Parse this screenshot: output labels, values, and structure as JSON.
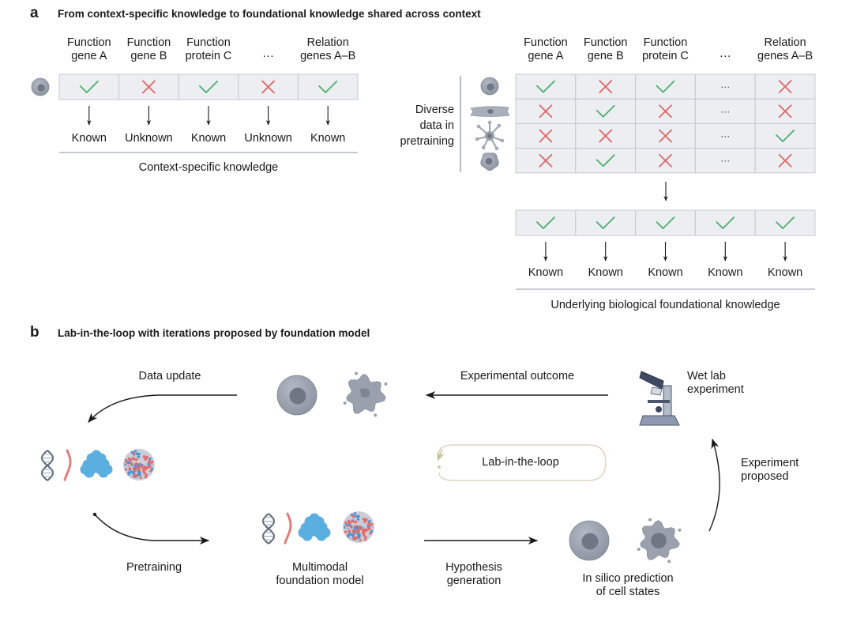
{
  "panel_a": {
    "letter": "a",
    "title": "From context-specific knowledge to foundational knowledge shared across context",
    "columns": [
      {
        "line1": "Function",
        "line2": "gene A"
      },
      {
        "line1": "Function",
        "line2": "gene B"
      },
      {
        "line1": "Function",
        "line2": "protein C"
      },
      {
        "line1": "",
        "line2": "···"
      },
      {
        "line1": "Relation",
        "line2": "genes A–B"
      }
    ],
    "context_specific": {
      "row_icon": "round-cell-icon",
      "row": [
        "check",
        "cross",
        "check",
        "cross",
        "check"
      ],
      "outcomes": [
        "Known",
        "Unknown",
        "Known",
        "Unknown",
        "Known"
      ],
      "caption": "Context-specific knowledge"
    },
    "foundational": {
      "side_label": [
        "Diverse",
        "data in",
        "pretraining"
      ],
      "row_icons": [
        "round-cell-icon",
        "elongated-cell-icon",
        "neuron-cell-icon",
        "irregular-cell-icon"
      ],
      "rows": [
        [
          "check",
          "cross",
          "check",
          "ellipsis",
          "cross"
        ],
        [
          "cross",
          "check",
          "cross",
          "ellipsis",
          "cross"
        ],
        [
          "cross",
          "cross",
          "cross",
          "ellipsis",
          "check"
        ],
        [
          "cross",
          "check",
          "cross",
          "ellipsis",
          "cross"
        ]
      ],
      "result_row": [
        "check",
        "check",
        "check",
        "check",
        "check"
      ],
      "outcomes": [
        "Known",
        "Known",
        "Known",
        "Known",
        "Known"
      ],
      "caption": "Underlying biological foundational knowledge"
    },
    "ellipsis_text": "···"
  },
  "panel_b": {
    "letter": "b",
    "title": "Lab-in-the-loop with iterations proposed by foundation model",
    "labels": {
      "data_update": "Data update",
      "experimental_outcome": "Experimental outcome",
      "wet_lab": [
        "Wet lab",
        "experiment"
      ],
      "lab_in_the_loop": "Lab-in-the-loop",
      "experiment_proposed": [
        "Experiment",
        "proposed"
      ],
      "pretraining": "Pretraining",
      "multimodal": [
        "Multimodal",
        "foundation model"
      ],
      "hypothesis": [
        "Hypothesis",
        "generation"
      ],
      "in_silico": [
        "In silico prediction",
        "of cell states"
      ]
    },
    "modalities": [
      "dna-helix-icon",
      "rna-strand-icon",
      "protein-blob-icon",
      "tissue-spatial-icon"
    ]
  },
  "colors": {
    "check": "#4caf6e",
    "cross": "#e06666",
    "cell_fill": "#eceef2",
    "cell_border": "#c5c9d1",
    "cell_icon": "#9aa1ad",
    "cell_nucleus": "#6f7786",
    "loop_border": "#ddd6bf",
    "loop_arrow": "#c9c09b",
    "protein": "#5aaee0",
    "rna": "#e27b7b",
    "dna": "#5b6679",
    "arrow": "#1a1a1a",
    "rule": "#8e96a3"
  }
}
